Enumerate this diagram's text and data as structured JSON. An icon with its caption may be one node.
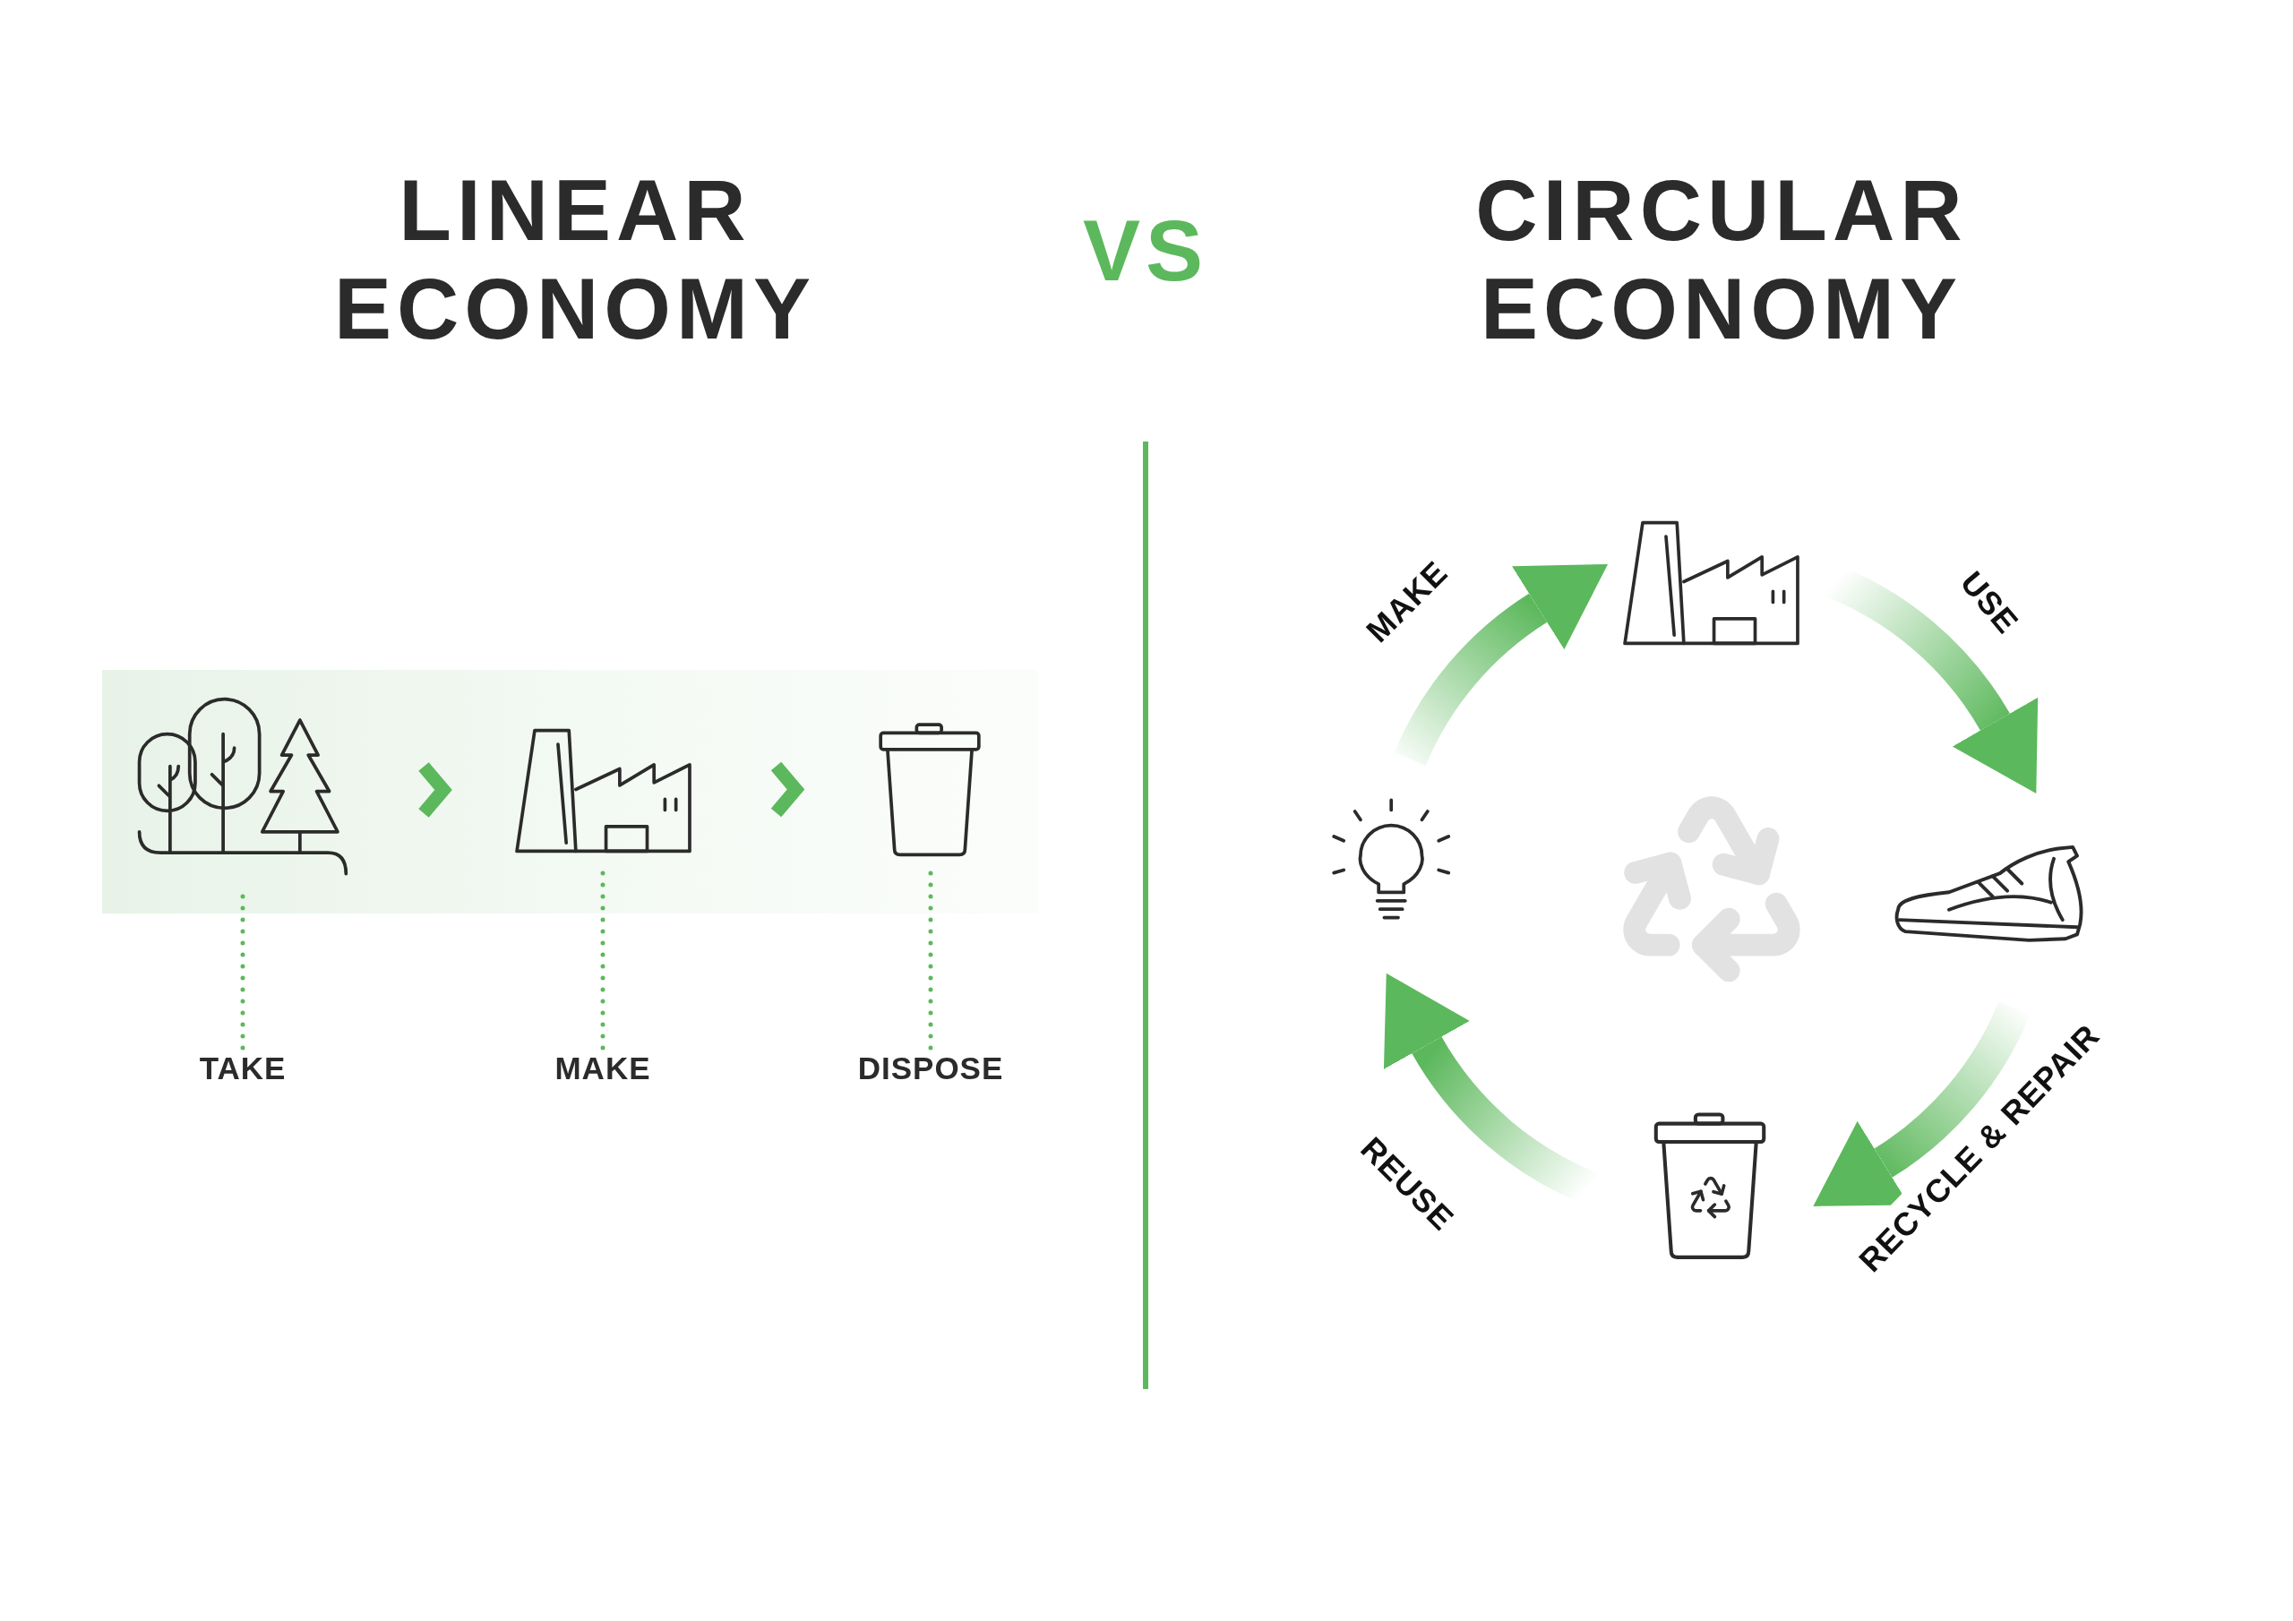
{
  "diagram": {
    "nodes": [
      {
        "text": [],
        "shape": "picture"
      },
      {
        "text": [],
        "shape": "picture"
      },
      {
        "text": [],
        "shape": "picture"
      },
      {
        "text": [
          "TAKE"
        ]
      },
      {
        "text": [
          "MAKE"
        ]
      },
      {
        "text": [
          "DISPOSE"
        ]
      },
      {
        "text": [],
        "shape": "picture"
      },
      {
        "text": [],
        "shape": "picture"
      },
      {
        "text": [],
        "shape": "picture"
      },
      {
        "text": [],
        "shape": "picture"
      }
    ],
    "edges": [
      {
        "from": 0,
        "to": 1,
        "arrow": "to",
        "style": "thick"
      },
      {
        "from": 1,
        "to": 2,
        "arrow": "to",
        "style": "thick"
      },
      {
        "from": 3,
        "to": 0,
        "arrow": "none",
        "style": "dashed"
      },
      {
        "from": 4,
        "to": 1,
        "arrow": "none",
        "style": "dashed"
      },
      {
        "from": 5,
        "to": 2,
        "arrow": "none",
        "style": "dashed"
      },
      {
        "from": 7,
        "to": 6,
        "arrow": "to",
        "label": "MAKE",
        "style": "thick"
      },
      {
        "from": 6,
        "to": 8,
        "arrow": "to",
        "label": "USE",
        "style": "thick"
      },
      {
        "from": 8,
        "to": 9,
        "arrow": "to",
        "label": "RECYCLE & REPAIR",
        "style": "thick"
      },
      {
        "from": 9,
        "to": 7,
        "arrow": "to",
        "label": "REUSE",
        "style": "thick"
      }
    ],
    "labels": [
      "LINEAR ECONOMY",
      "VS",
      "CIRCULAR ECONOMY"
    ]
  }
}
